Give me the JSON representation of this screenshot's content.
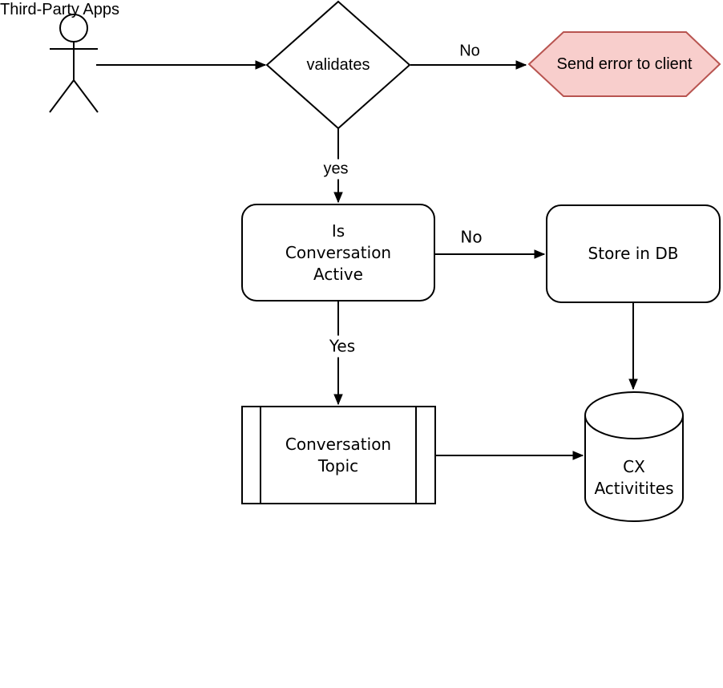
{
  "page": {
    "background": "#ffffff"
  },
  "diagram": {
    "type": "flowchart",
    "colors": {
      "line": "#000000",
      "shape_fill": "#ffffff",
      "error_fill": "#f8cecc",
      "error_stroke": "#b85450"
    },
    "actor": {
      "label": "Third-Party Apps"
    },
    "nodes": [
      {
        "id": "validates",
        "shape": "decision-diamond",
        "label": "validates"
      },
      {
        "id": "send-error",
        "shape": "hexagon",
        "label": "Send error to client",
        "fill": "#f8cecc",
        "stroke": "#b85450"
      },
      {
        "id": "is-conversation-active",
        "shape": "rounded-rectangle",
        "label": "Is\nConversation\nActive"
      },
      {
        "id": "store-in-db",
        "shape": "rounded-rectangle",
        "label": "Store in DB"
      },
      {
        "id": "conversation-topic",
        "shape": "predefined-process",
        "label": "Conversation\nTopic"
      },
      {
        "id": "cx-activities",
        "shape": "database-cylinder",
        "label": "CX\nActivitites"
      }
    ],
    "edges": [
      {
        "from": "third-party-apps",
        "to": "validates",
        "label": ""
      },
      {
        "from": "validates",
        "to": "send-error",
        "label": "No"
      },
      {
        "from": "validates",
        "to": "is-conversation-active",
        "label": "yes"
      },
      {
        "from": "is-conversation-active",
        "to": "store-in-db",
        "label": "No"
      },
      {
        "from": "is-conversation-active",
        "to": "conversation-topic",
        "label": "Yes"
      },
      {
        "from": "conversation-topic",
        "to": "cx-activities",
        "label": ""
      },
      {
        "from": "store-in-db",
        "to": "cx-activities",
        "label": ""
      }
    ]
  }
}
